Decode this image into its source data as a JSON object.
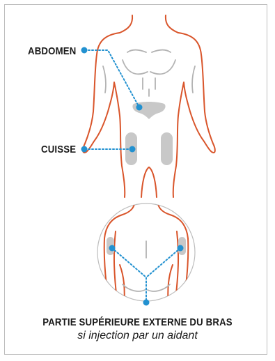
{
  "labels": {
    "abdomen": "ABDOMEN",
    "thigh": "CUISSE"
  },
  "caption": {
    "title": "PARTIE SUPÉRIEURE EXTERNE DU BRAS",
    "subtitle": "si injection par un aidant"
  },
  "colors": {
    "outline": "#d9552b",
    "muscle_lines": "#b3b3b3",
    "zone_fill": "#c8c8c8",
    "marker": "#2291d0",
    "frame": "#bdbdbd",
    "text": "#1a1a1a"
  }
}
